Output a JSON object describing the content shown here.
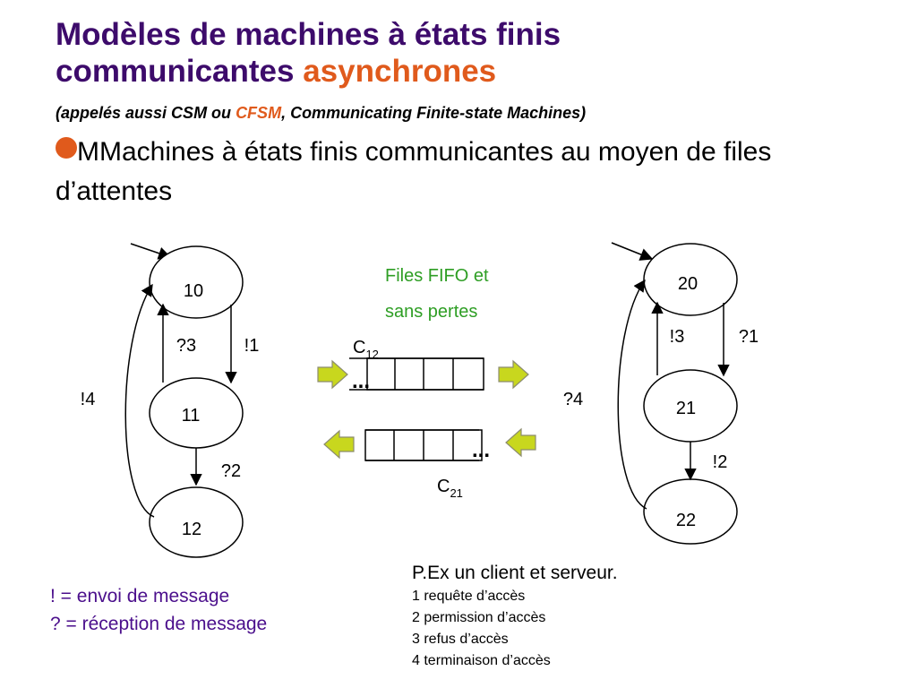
{
  "title": {
    "line1": "Modèles de machines à états finis",
    "line2": "communicantes",
    "accent": "asynchrones"
  },
  "subtitle": {
    "prefix": "(appelés aussi CSM ou ",
    "accent": "CFSM",
    "suffix": ", Communicating Finite-state Machines)"
  },
  "bullet": "MMachines à états finis communicantes au moyen de files d’attentes",
  "machine1": {
    "states": [
      "10",
      "11",
      "12"
    ],
    "transitions": [
      "?3",
      "!1",
      "?2",
      "!4"
    ]
  },
  "machine2": {
    "states": [
      "20",
      "21",
      "22"
    ],
    "transitions": [
      "!3",
      "?1",
      "!2",
      "?4"
    ]
  },
  "channels": {
    "note_line1": "Files FIFO et",
    "note_line2": "sans pertes",
    "c12_base": "C",
    "c12_sub": "12",
    "c21_base": "C",
    "c21_sub": "21",
    "ellipsis": "..."
  },
  "legend": {
    "send": "! = envoi de message",
    "receive": "? = réception de message"
  },
  "example": {
    "heading": "P.Ex un client et serveur.",
    "items": [
      "1 requête d’accès",
      "2 permission d’accès",
      "3 refus d’accès",
      "4 terminaison d’accès"
    ]
  },
  "colors": {
    "title": "#3d0b6b",
    "accent": "#e05a1c",
    "green_note": "#2e9e24",
    "legend": "#4b0f8c",
    "arrow_fill": "#c8d71e",
    "arrow_stroke": "#8c8c6e"
  }
}
